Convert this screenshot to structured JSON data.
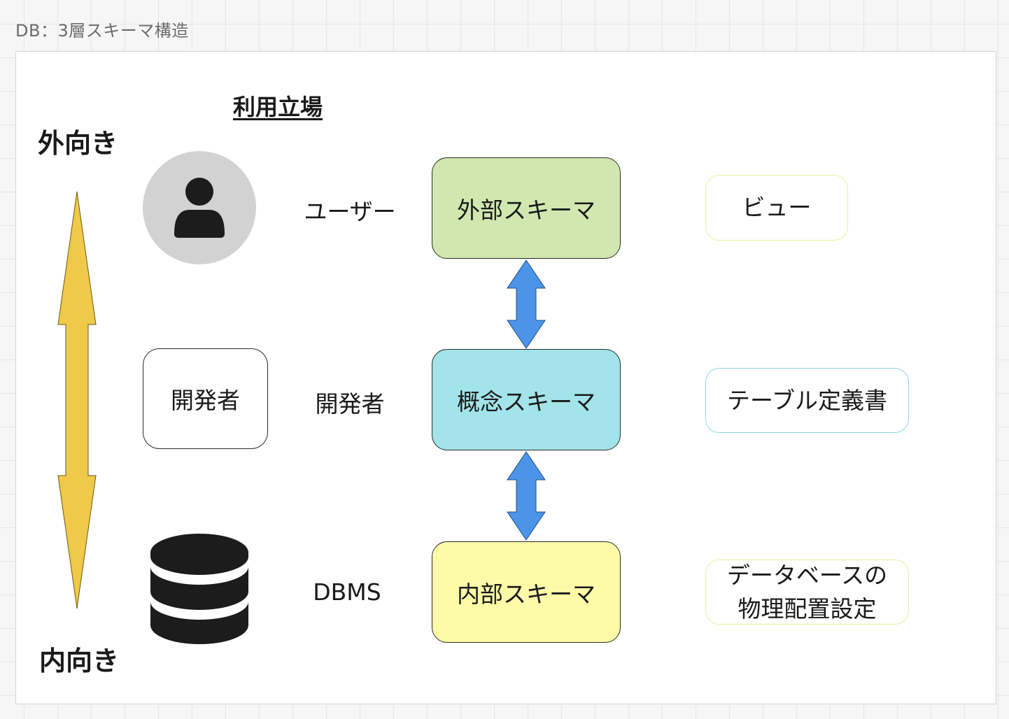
{
  "frame_title": "DB：3層スキーマ構造",
  "heading": "利用立場",
  "direction": {
    "outer": "外向き",
    "inner": "内向き"
  },
  "roles": {
    "user": "ユーザー",
    "developer_box": "開発者",
    "developer": "開発者",
    "dbms": "DBMS"
  },
  "schemas": {
    "external": "外部スキーマ",
    "conceptual": "概念スキーマ",
    "internal": "内部スキーマ"
  },
  "notes": {
    "view": "ビュー",
    "table_def": "テーブル定義書",
    "physical_line1": "データベースの",
    "physical_line2": "物理配置設定"
  },
  "colors": {
    "external_fill": "#d0e8b0",
    "conceptual_fill": "#a2e4ea",
    "internal_fill": "#fdfba8",
    "arrow_blue": "#4b94e8",
    "arrow_yellow": "#f0c84a",
    "note_yellow_border": "#eef0a0",
    "note_cyan_border": "#8fd8e8",
    "avatar_bg": "#d2d2d2"
  },
  "icons": {
    "user": "person-icon",
    "database": "database-icon"
  }
}
